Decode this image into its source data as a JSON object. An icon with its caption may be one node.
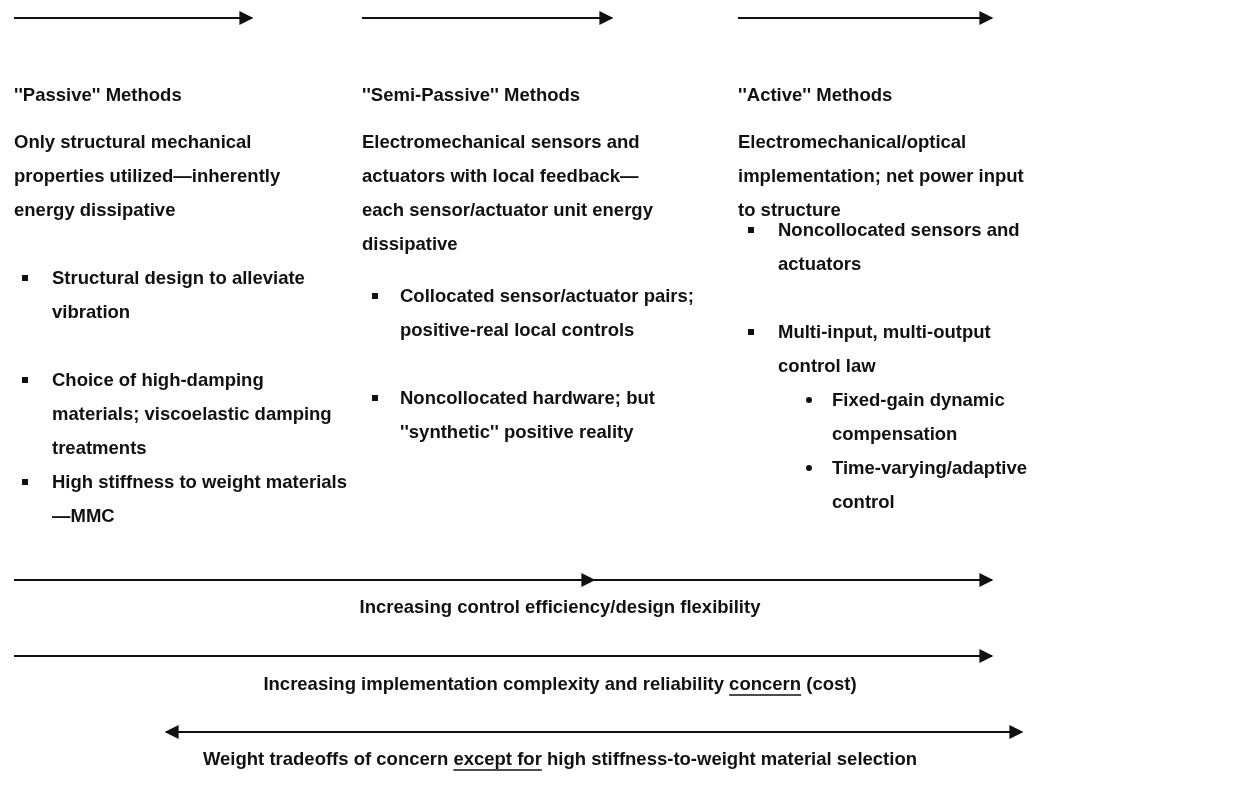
{
  "diagram": {
    "labels": [
      "''Passive'' Methods",
      "''Semi-Passive'' Methods",
      "''Active'' Methods",
      "Only structural mechanical properties utilized—inherently energy dissipative",
      "Structural design to alleviate vibration",
      "Choice of high-damping materials; viscoelastic damping treatments",
      "High stiffness to weight materials—MMC",
      "Electromechanical sensors and actuators with local feedback—each sensor/actuator unit energy dissipative",
      "Collocated sensor/actuator pairs; positive-real local controls",
      "Noncollocated hardware; but ''synthetic'' positive reality",
      "Electromechanical/optical implementation; net power input to structure",
      "Noncollocated sensors and actuators",
      "Multi-input, multi-output control law",
      "Fixed-gain dynamic compensation",
      "Time-varying/adaptive control",
      "Increasing control efficiency/design flexibility",
      "Increasing implementation complexity and reliability concern (cost)",
      "Weight tradeoffs of concern except for high stiffness-to-weight material selection"
    ]
  }
}
